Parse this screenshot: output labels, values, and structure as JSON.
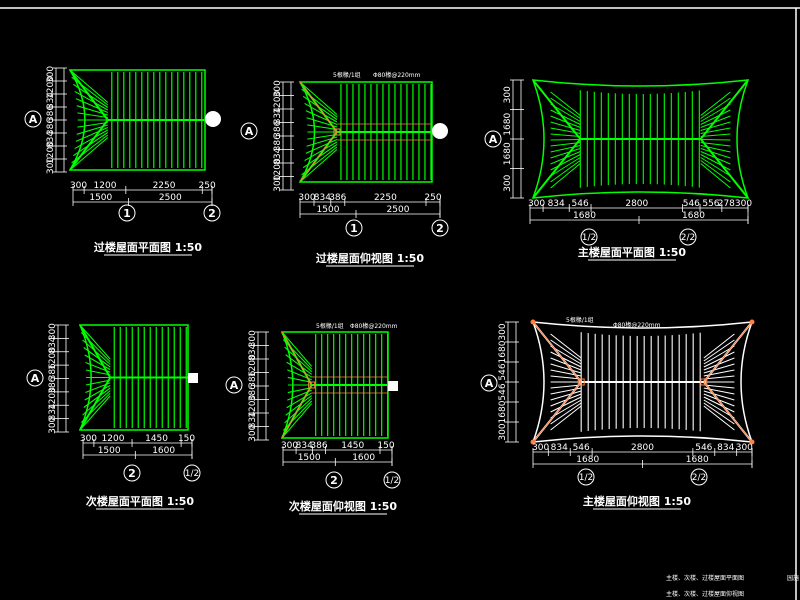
{
  "colors": {
    "background": "#000000",
    "roof_green": "#00ff00",
    "roof_white": "#ffffff",
    "dim": "#ffffff",
    "ridge": "#ff8040"
  },
  "drawings": [
    {
      "id": "d1",
      "title": "过楼屋面平面图 1:50",
      "v_dims": [
        "300",
        "1200",
        "834",
        "386",
        "386",
        "834",
        "1200",
        "300"
      ],
      "h_dims_top": [
        "300",
        "1200",
        "2250",
        "250"
      ],
      "h_dims_bottom": [
        "1500",
        "2500"
      ],
      "grid_bottom": [
        "1",
        "2"
      ],
      "grid_left": "A",
      "notes": []
    },
    {
      "id": "d2",
      "title": "过楼屋面仰视图 1:50",
      "v_dims": [
        "300",
        "1200",
        "834",
        "386",
        "386",
        "834",
        "1200",
        "300"
      ],
      "h_dims_top": [
        "300",
        "834",
        "386",
        "2250",
        "250"
      ],
      "h_dims_bottom": [
        "1500",
        "2500"
      ],
      "grid_bottom": [
        "1",
        "2"
      ],
      "grid_left": "A",
      "notes": [
        "5根椽/1组",
        "Φ80椽@220mm"
      ]
    },
    {
      "id": "d3",
      "title": "主楼屋面平面图 1:50",
      "v_dims": [
        "300",
        "1680",
        "1680",
        "300"
      ],
      "h_dims_top": [
        "300",
        "834",
        "546",
        "2800",
        "546",
        "556",
        "278300"
      ],
      "h_dims_bottom": [
        "1680",
        "1680"
      ],
      "grid_bottom": [
        "1/2",
        "2/2"
      ],
      "grid_left": "A",
      "notes": []
    },
    {
      "id": "d4",
      "title": "次楼屋面平面图 1:50",
      "v_dims": [
        "300",
        "834",
        "1200",
        "386",
        "386",
        "1200",
        "834",
        "300"
      ],
      "h_dims_top": [
        "300",
        "1200",
        "1450",
        "150"
      ],
      "h_dims_bottom": [
        "1500",
        "1600"
      ],
      "grid_bottom": [
        "2",
        "1/2"
      ],
      "grid_left": "A",
      "notes": []
    },
    {
      "id": "d5",
      "title": "次楼屋面仰视图 1:50",
      "v_dims": [
        "300",
        "834",
        "1200",
        "386",
        "386",
        "1200",
        "834",
        "300"
      ],
      "h_dims_top": [
        "300",
        "834",
        "386",
        "1450",
        "150"
      ],
      "h_dims_bottom": [
        "1500",
        "1600"
      ],
      "grid_bottom": [
        "2",
        "1/2"
      ],
      "grid_left": "A",
      "notes": [
        "5根椽/1组",
        "Φ80椽@220mm"
      ]
    },
    {
      "id": "d6",
      "title": "主楼屋面仰视图 1:50",
      "v_dims": [
        "300",
        "1680",
        "546",
        "546",
        "1680",
        "300"
      ],
      "h_dims_top": [
        "300",
        "834",
        "546",
        "2800",
        "546",
        "834",
        "300"
      ],
      "h_dims_bottom": [
        "1680",
        "1680"
      ],
      "grid_bottom": [
        "1/2",
        "2/2"
      ],
      "grid_left": "A",
      "notes": [
        "5根椽/1组",
        "Φ80椽@220mm"
      ]
    }
  ],
  "title_block": {
    "line1": "主楼、次楼、过楼屋面平面图",
    "line2": "主楼、次楼、过楼屋面仰视图",
    "side": "园施"
  }
}
